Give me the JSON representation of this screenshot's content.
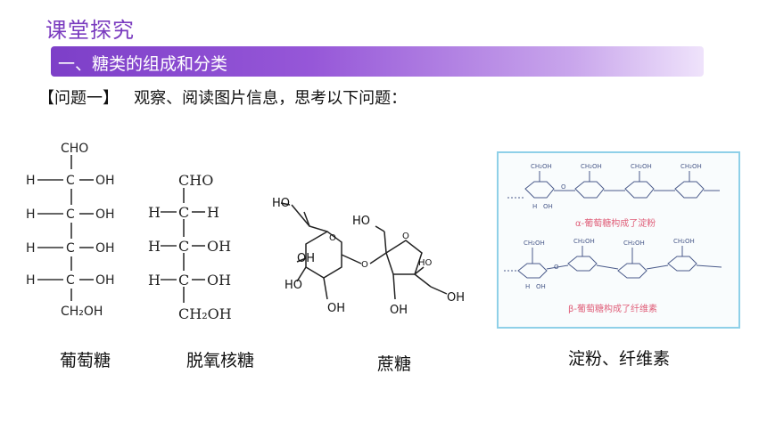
{
  "header": {
    "title": "课堂探究",
    "section": "一、糖类的组成和分类"
  },
  "question": {
    "label": "【问题一】",
    "text": "观察、阅读图片信息，思考以下问题："
  },
  "figures": {
    "glucose": {
      "caption": "葡萄糖",
      "top_group": "CHO",
      "bottom_group": "CH₂OH",
      "rows": [
        {
          "left": "H",
          "center": "C",
          "right": "OH"
        },
        {
          "left": "H",
          "center": "C",
          "right": "OH"
        },
        {
          "left": "H",
          "center": "C",
          "right": "OH"
        },
        {
          "left": "H",
          "center": "C",
          "right": "OH"
        }
      ]
    },
    "deoxyribose": {
      "caption": "脱氧核糖",
      "top_group": "CHO",
      "bottom_group": "CH₂OH",
      "rows": [
        {
          "left": "H",
          "center": "C",
          "right": "H"
        },
        {
          "left": "H",
          "center": "C",
          "right": "OH"
        },
        {
          "left": "H",
          "center": "C",
          "right": "OH"
        }
      ]
    },
    "sucrose": {
      "caption": "蔗糖",
      "labels": [
        "HO",
        "HO",
        "OH",
        "HO",
        "OH",
        "OH",
        "HO",
        "OH"
      ]
    },
    "polysaccharides": {
      "caption": "淀粉、纤维素",
      "alpha_label": "α-葡萄糖构成了淀粉",
      "beta_label": "β-葡萄糖构成了纤维素",
      "ring_group": "CH₂OH",
      "ring_labels": [
        "H",
        "OH",
        "O"
      ]
    }
  },
  "colors": {
    "title": "#7a3bbf",
    "banner_start": "#7d3fc8",
    "banner_end": "#efe3fb",
    "panel_border": "#8fd0e8",
    "panel_label": "#e0607a",
    "ring_color": "#4a5a8a"
  }
}
